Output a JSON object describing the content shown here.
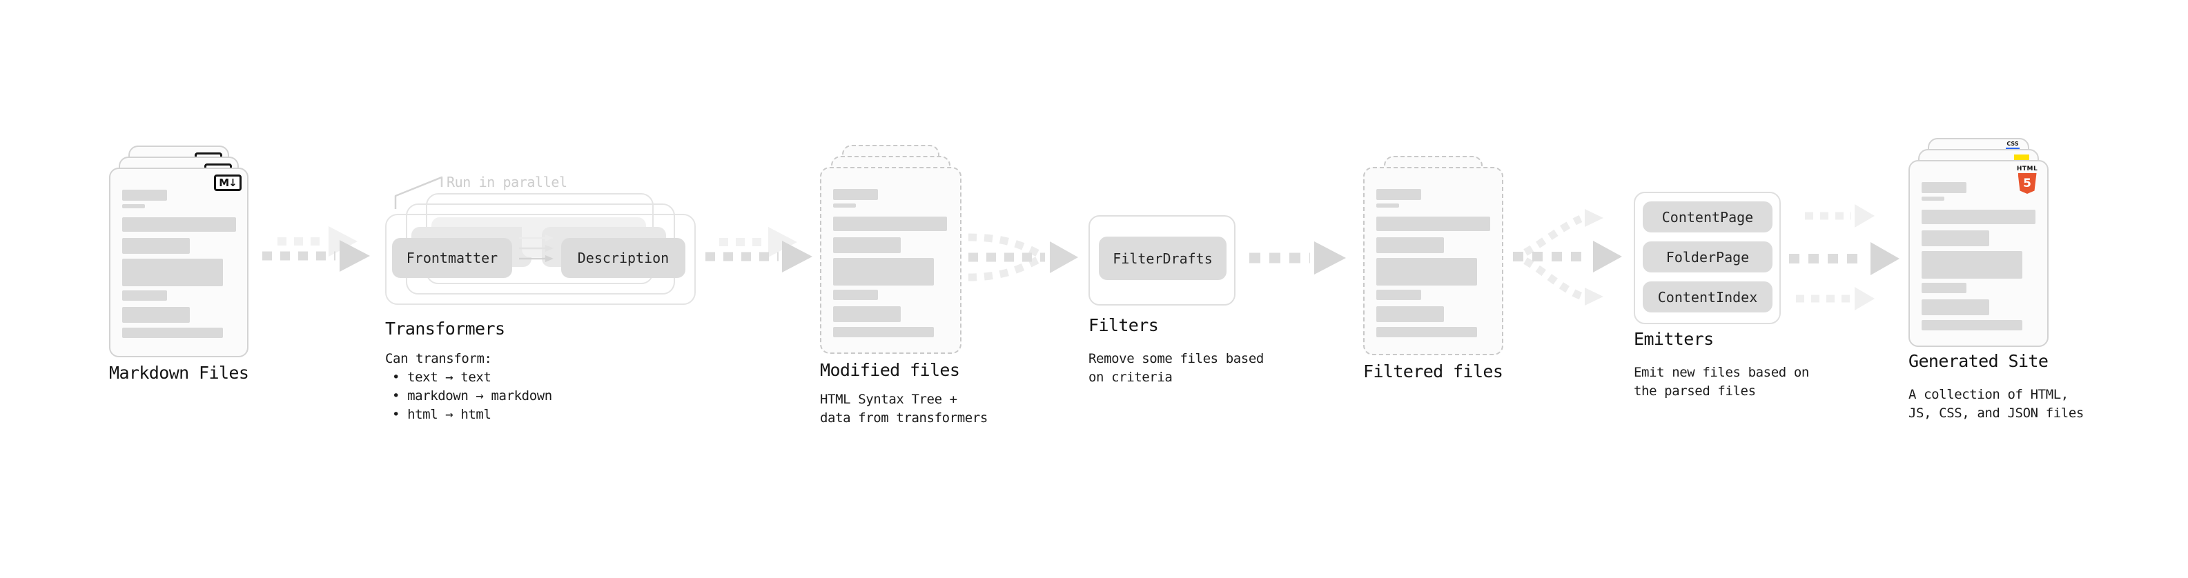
{
  "stages": {
    "markdown_files": {
      "label": "Markdown Files",
      "badge": "M↓"
    },
    "transformers": {
      "label": "Transformers",
      "note": "Run in parallel",
      "chips": [
        "Frontmatter",
        "Description"
      ],
      "lines": [
        "Can transform:",
        "• text → text",
        "• markdown → markdown",
        "• html → html"
      ]
    },
    "modified_files": {
      "label": "Modified files",
      "lines": [
        "HTML Syntax Tree +",
        "data from transformers"
      ]
    },
    "filters": {
      "label": "Filters",
      "chips": [
        "FilterDrafts"
      ],
      "lines": [
        "Remove some files based",
        "on criteria"
      ]
    },
    "filtered_files": {
      "label": "Filtered files"
    },
    "emitters": {
      "label": "Emitters",
      "chips": [
        "ContentPage",
        "FolderPage",
        "ContentIndex"
      ],
      "lines": [
        "Emit new files based on",
        "the parsed files"
      ]
    },
    "generated_site": {
      "label": "Generated Site",
      "lines": [
        "A collection of HTML,",
        "JS, CSS, and JSON files"
      ],
      "badges": {
        "html_label": "HTML",
        "html_number": "5",
        "css_label": "CSS"
      }
    }
  },
  "colors": {
    "accent_html5": "#e8542d",
    "accent_js": "#ffdf00",
    "accent_css": "#2864f0",
    "doc_border": "#d3d3d3",
    "doc_border_dashed": "#c9c9c9",
    "content_bar": "#d9d9d9",
    "chip_fill": "#dcdcdc",
    "arrow": "#d6d6d6",
    "arrow_light": "#efefef",
    "note_text": "#cccccc"
  }
}
